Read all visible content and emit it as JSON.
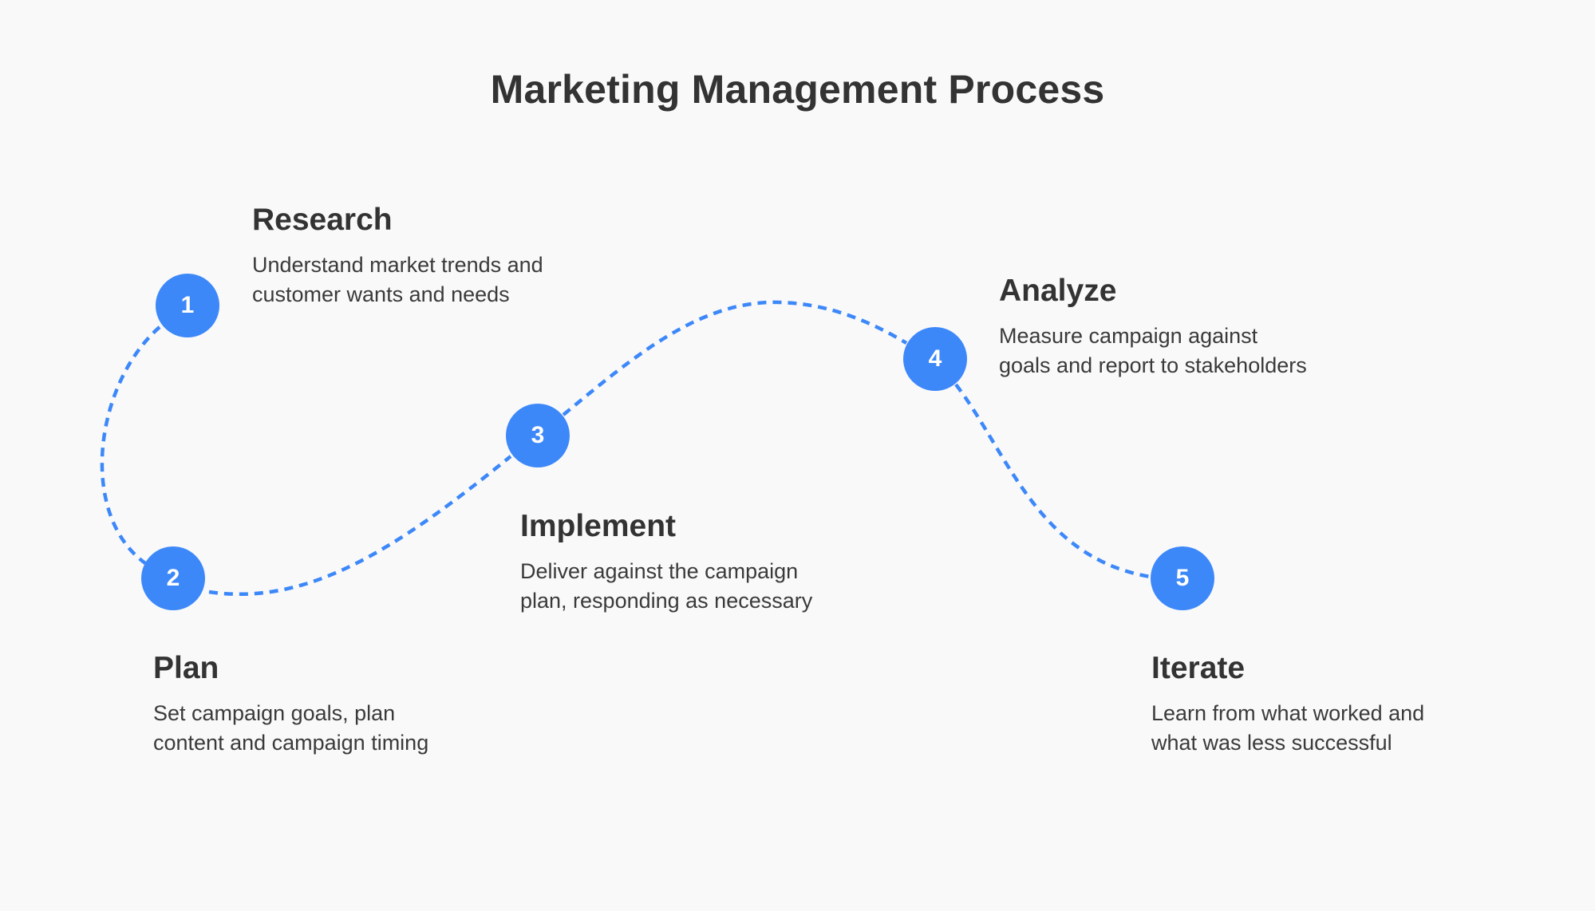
{
  "title": "Marketing Management Process",
  "accent_color": "#3d88f9",
  "text_color": "#333333",
  "background_color": "#f9f9fa",
  "steps": [
    {
      "number": "1",
      "heading": "Research",
      "desc_line1": "Understand market trends and",
      "desc_line2": "customer wants and needs"
    },
    {
      "number": "2",
      "heading": "Plan",
      "desc_line1": "Set campaign goals, plan",
      "desc_line2": "content and campaign timing"
    },
    {
      "number": "3",
      "heading": "Implement",
      "desc_line1": "Deliver against the campaign",
      "desc_line2": "plan, responding as necessary"
    },
    {
      "number": "4",
      "heading": "Analyze",
      "desc_line1": "Measure campaign against",
      "desc_line2": "goals and report to stakeholders"
    },
    {
      "number": "5",
      "heading": "Iterate",
      "desc_line1": "Learn from what worked and",
      "desc_line2": "what was less successful"
    }
  ]
}
